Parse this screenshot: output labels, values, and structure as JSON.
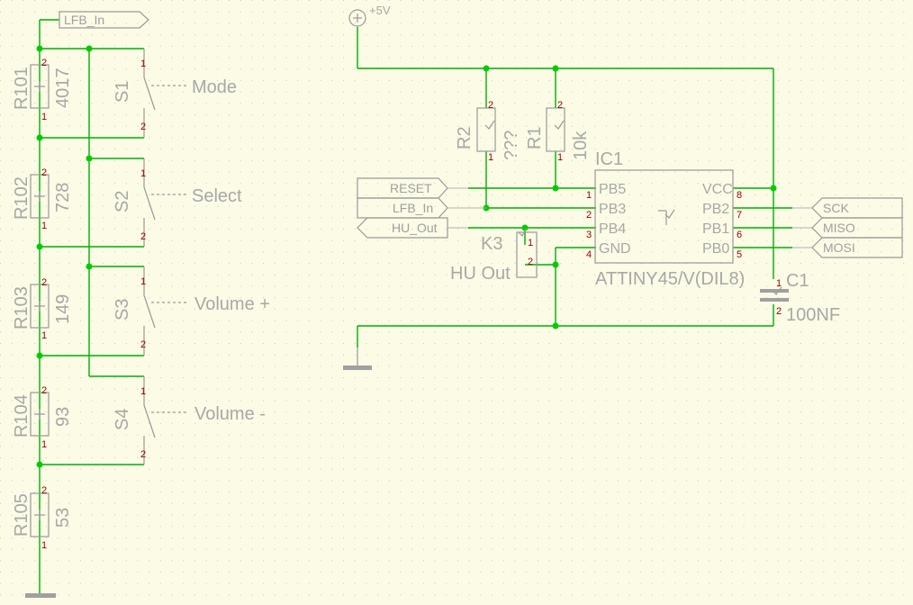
{
  "nets": {
    "lfb_in_top": "LFB_In",
    "reset": "RESET",
    "lfb_in": "LFB_In",
    "hu_out": "HU_Out",
    "sck": "SCK",
    "miso": "MISO",
    "mosi": "MOSI",
    "power": "+5V"
  },
  "resistors": [
    {
      "ref": "R101",
      "value": "4017"
    },
    {
      "ref": "R102",
      "value": "728"
    },
    {
      "ref": "R103",
      "value": "149"
    },
    {
      "ref": "R104",
      "value": "93"
    },
    {
      "ref": "R105",
      "value": "53"
    }
  ],
  "switches": [
    {
      "ref": "S1",
      "label": "Mode"
    },
    {
      "ref": "S2",
      "label": "Select"
    },
    {
      "ref": "S3",
      "label": "Volume +"
    },
    {
      "ref": "S4",
      "label": "Volume -"
    }
  ],
  "pullups": [
    {
      "ref": "R2",
      "value": "???"
    },
    {
      "ref": "R1",
      "value": "10k"
    }
  ],
  "ic": {
    "ref": "IC1",
    "part": "ATTINY45/V(DIL8)",
    "left_pins": [
      {
        "num": "1",
        "name": "PB5"
      },
      {
        "num": "2",
        "name": "PB3"
      },
      {
        "num": "3",
        "name": "PB4"
      },
      {
        "num": "4",
        "name": "GND"
      }
    ],
    "right_pins": [
      {
        "num": "8",
        "name": "VCC"
      },
      {
        "num": "7",
        "name": "PB2"
      },
      {
        "num": "6",
        "name": "PB1"
      },
      {
        "num": "5",
        "name": "PB0"
      }
    ]
  },
  "connector": {
    "ref": "K3",
    "label": "HU Out",
    "pins": [
      "1",
      "2"
    ]
  },
  "capacitor": {
    "ref": "C1",
    "value": "100NF",
    "pins": [
      "1",
      "2"
    ]
  },
  "pin_numbers": {
    "one": "1",
    "two": "2"
  },
  "colors": {
    "background": "#fbfbe6",
    "wire": "#00b000",
    "junction": "#00cc00",
    "symbol": "#9a9a9a",
    "pin_number": "#a00000"
  }
}
